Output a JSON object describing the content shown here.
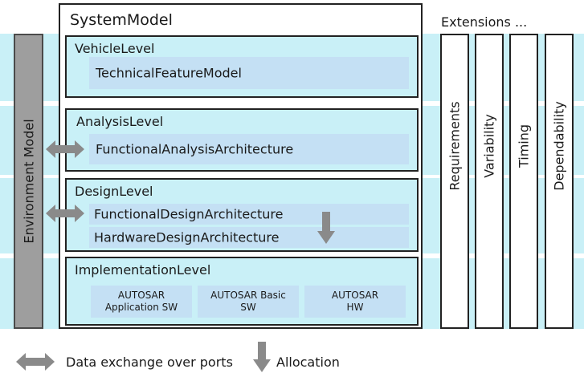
{
  "diagram": {
    "system_model_title": "SystemModel",
    "environment_model_label": "Environment Model",
    "extensions_title": "Extensions ...",
    "levels": {
      "vehicle": {
        "title": "VehicleLevel",
        "items": [
          "TechnicalFeatureModel"
        ]
      },
      "analysis": {
        "title": "AnalysisLevel",
        "items": [
          "FunctionalAnalysisArchitecture"
        ]
      },
      "design": {
        "title": "DesignLevel",
        "items": [
          "FunctionalDesignArchitecture",
          "HardwareDesignArchitecture"
        ]
      },
      "implementation": {
        "title": "ImplementationLevel",
        "items": [
          {
            "line1": "AUTOSAR",
            "line2": "Application SW"
          },
          {
            "line1": "AUTOSAR Basic",
            "line2": "SW"
          },
          {
            "line1": "AUTOSAR",
            "line2": "HW"
          }
        ]
      }
    },
    "extensions": [
      "Requirements",
      "Variability",
      "Timing",
      "Dependability"
    ],
    "legend": {
      "data_exchange": "Data exchange over ports",
      "allocation": "Allocation"
    },
    "colors": {
      "band": "#c9f0f7",
      "inner_box": "#c4e0f4",
      "environment": "#9e9e9e",
      "arrow": "#8a8a8a"
    }
  }
}
